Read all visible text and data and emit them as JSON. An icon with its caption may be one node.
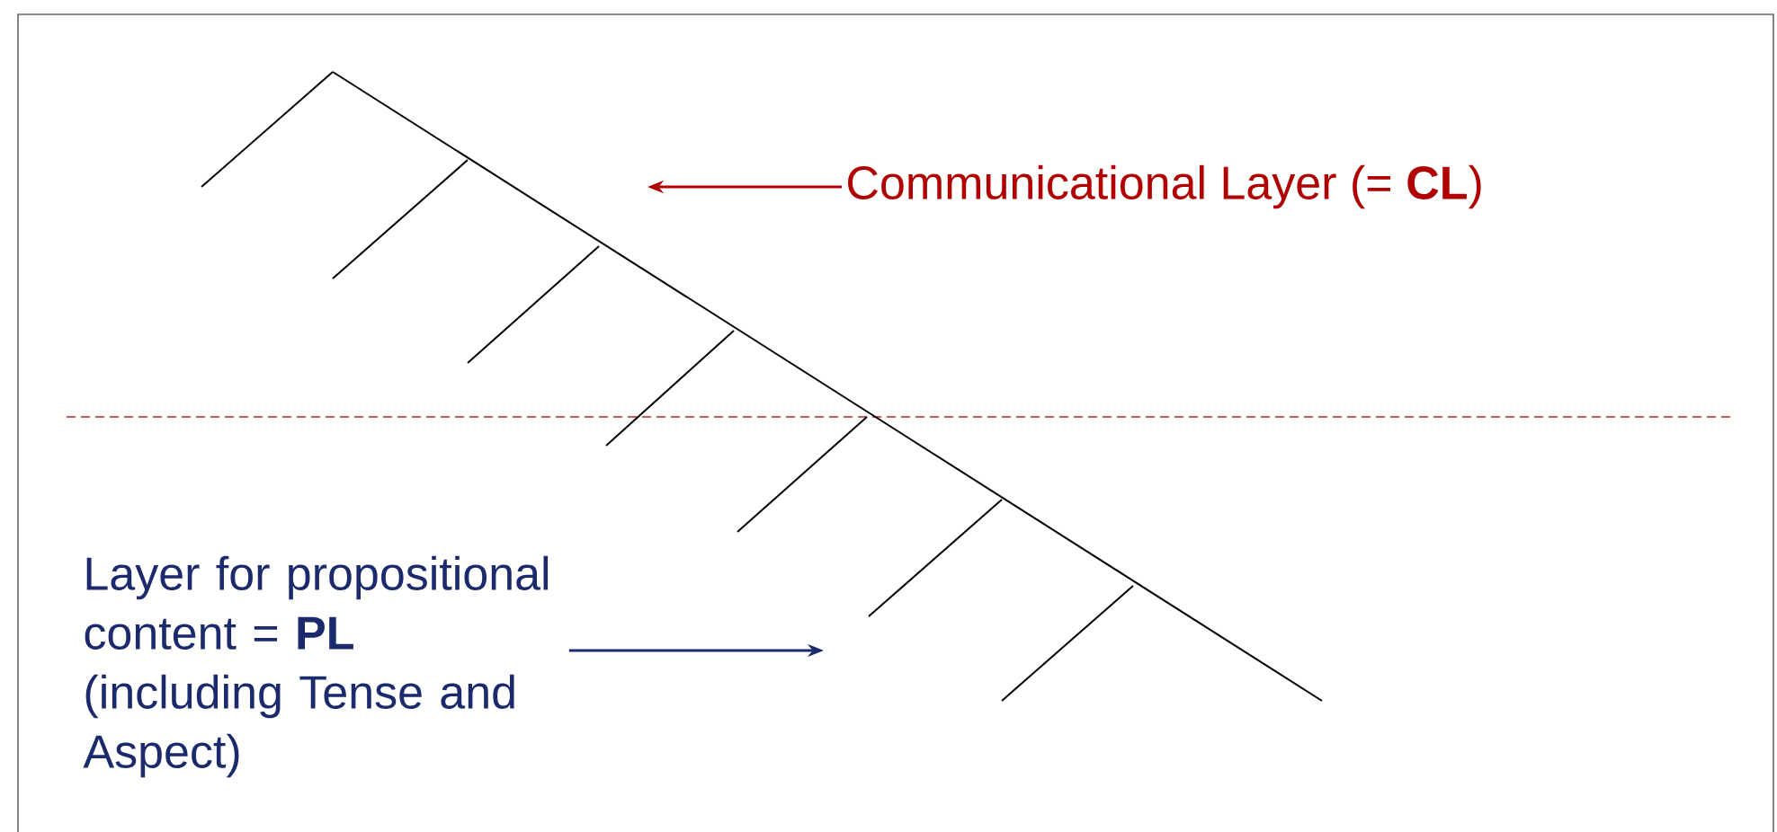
{
  "diagram": {
    "nodes": [
      {
        "text": [
          "Communicational Layer (= **CL**)"
        ]
      },
      {
        "text": [
          "Layer for propositional content = **PL** (including Tense and Aspect)"
        ]
      },
      {
        "text": [],
        "shape": "tree"
      }
    ],
    "edges": [
      {
        "from": 0,
        "to": 2,
        "arrow": "to",
        "color": "#b00000"
      },
      {
        "from": 1,
        "to": 2,
        "arrow": "to",
        "color": "#1a2a6c"
      }
    ]
  }
}
